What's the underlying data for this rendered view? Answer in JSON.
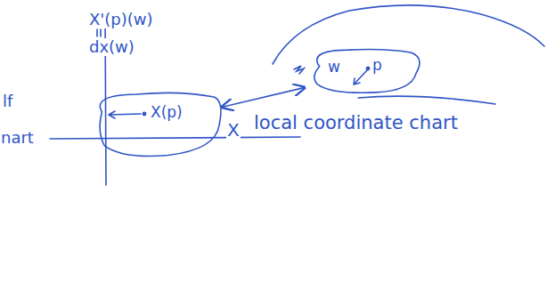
{
  "diagram": {
    "nodes": [
      {
        "text": [
          "w",
          "p"
        ]
      },
      {
        "text": [
          "X(p)"
        ]
      }
    ],
    "edges": [
      {
        "from": 0,
        "to": 1,
        "arrow": "both"
      }
    ],
    "labels": [
      "X'(p)(w)",
      "dx(w)",
      "lf",
      "nart",
      "X",
      "local coordinate chart"
    ]
  }
}
